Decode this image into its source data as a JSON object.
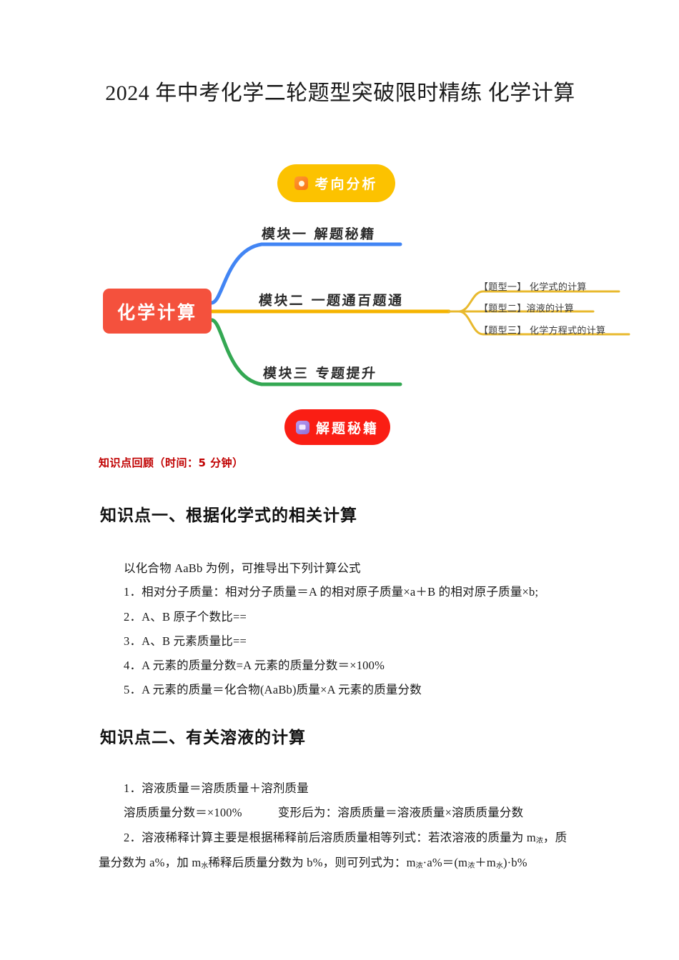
{
  "document": {
    "title": "2024 年中考化学二轮题型突破限时精练 化学计算"
  },
  "mindmap": {
    "top_pill": {
      "label": "考向分析",
      "icon": "circle-badge-icon",
      "color": "#FCC200"
    },
    "bottom_pill": {
      "label": "解题秘籍",
      "icon": "book-badge-icon",
      "color": "#FA1E14"
    },
    "root": {
      "label": "化学计算",
      "color": "#F4513D"
    },
    "branches": [
      {
        "label": "模块一 解题秘籍",
        "color": "#4285F4"
      },
      {
        "label": "模块二 一题通百题通",
        "color": "#F5B400"
      },
      {
        "label": "模块三 专题提升",
        "color": "#34A853"
      }
    ],
    "sub_items": [
      {
        "label": "【题型一】 化学式的计算"
      },
      {
        "label": "【题型二】溶液的计算"
      },
      {
        "label": "【题型三】 化学方程式的计算"
      }
    ]
  },
  "review": {
    "heading": "知识点回顾（时间：5 分钟）",
    "color": "#C00000"
  },
  "sections": [
    {
      "heading": "知识点一、根据化学式的相关计算",
      "lines": [
        "以化合物 AaBb 为例，可推导出下列计算公式",
        "1．相对分子质量：相对分子质量＝A 的相对原子质量×a＋B 的相对原子质量×b;",
        "2．A、B 原子个数比==",
        "3．A、B 元素质量比==",
        "4．A 元素的质量分数=A 元素的质量分数＝×100%",
        "5．A 元素的质量＝化合物(AaBb)质量×A 元素的质量分数"
      ]
    },
    {
      "heading": "知识点二、有关溶液的计算",
      "lines": [
        "1．溶液质量＝溶质质量＋溶剂质量",
        "溶质质量分数＝×100%　　　变形后为：溶质质量＝溶液质量×溶质质量分数"
      ],
      "dilution_line_1_prefix": "2．溶液稀释计算主要是根据稀释前后溶质质量相等列式：若浓溶液的质量为 m",
      "dilution_sub_1": "浓",
      "dilution_line_1_suffix": "，质",
      "dilution_line_2_a": "量分数为 a%，加 m",
      "dilution_sub_2": "水",
      "dilution_line_2_b": "稀释后质量分数为 b%，则可列式为：m",
      "dilution_sub_3": "浓",
      "dilution_line_2_c": "·a%＝(m",
      "dilution_sub_4": "浓",
      "dilution_line_2_d": "＋m",
      "dilution_sub_5": "水",
      "dilution_line_2_e": ")·b%"
    }
  ]
}
